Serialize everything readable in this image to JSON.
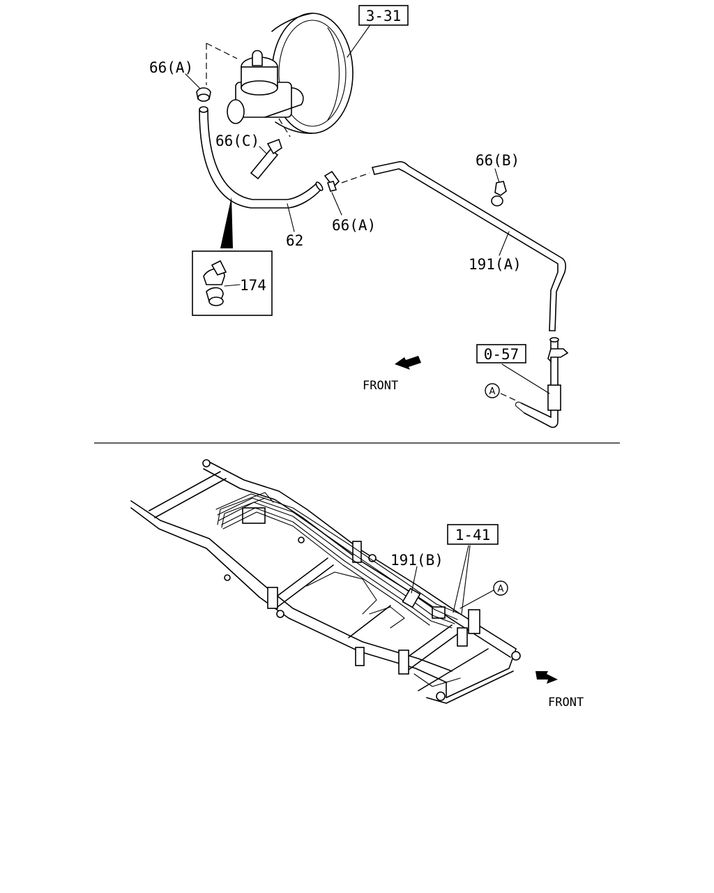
{
  "ref_boxes": {
    "ref_3_31": "3-31",
    "ref_0_57": "0-57",
    "ref_1_41": "1-41"
  },
  "callouts": {
    "clip_66a_top": "66(A)",
    "clip_66c": "66(C)",
    "clip_66b": "66(B)",
    "clip_66a_mid": "66(A)",
    "hose_62": "62",
    "pipe_191a": "191(A)",
    "pipe_191b": "191(B)",
    "clip_174": "174"
  },
  "connector_marks": {
    "upper": "A",
    "lower": "A"
  },
  "direction_labels": {
    "upper_front": "FRONT",
    "lower_front": "FRONT"
  }
}
